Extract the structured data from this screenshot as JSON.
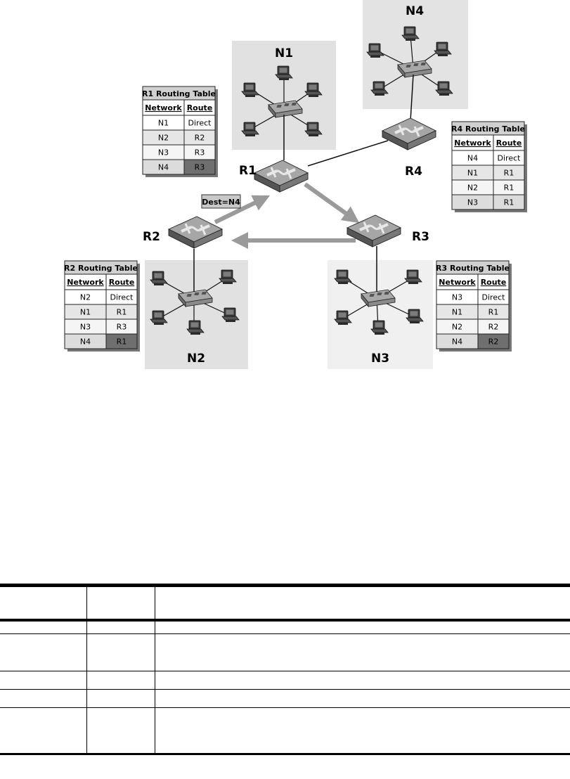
{
  "networks": {
    "n1": "N1",
    "n2": "N2",
    "n3": "N3",
    "n4": "N4"
  },
  "routers": {
    "r1": "R1",
    "r2": "R2",
    "r3": "R3",
    "r4": "R4"
  },
  "packet_label": "Dest=N4",
  "column_headers": {
    "network": "Network",
    "route": "Route"
  },
  "tables": {
    "r1": {
      "title": "R1 Routing Table",
      "rows": [
        {
          "network": "N1",
          "route": "Direct"
        },
        {
          "network": "N2",
          "route": "R2"
        },
        {
          "network": "N3",
          "route": "R3"
        },
        {
          "network": "N4",
          "route": "R3",
          "highlight": true
        }
      ]
    },
    "r4": {
      "title": "R4 Routing Table",
      "rows": [
        {
          "network": "N4",
          "route": "Direct"
        },
        {
          "network": "N1",
          "route": "R1"
        },
        {
          "network": "N2",
          "route": "R1"
        },
        {
          "network": "N3",
          "route": "R1"
        }
      ]
    },
    "r2": {
      "title": "R2 Routing Table",
      "rows": [
        {
          "network": "N2",
          "route": "Direct"
        },
        {
          "network": "N1",
          "route": "R1"
        },
        {
          "network": "N3",
          "route": "R3"
        },
        {
          "network": "N4",
          "route": "R1",
          "highlight": true
        }
      ]
    },
    "r3": {
      "title": "R3 Routing Table",
      "rows": [
        {
          "network": "N3",
          "route": "Direct"
        },
        {
          "network": "N1",
          "route": "R1"
        },
        {
          "network": "N2",
          "route": "R2"
        },
        {
          "network": "N4",
          "route": "R2",
          "highlight": true
        }
      ]
    }
  }
}
